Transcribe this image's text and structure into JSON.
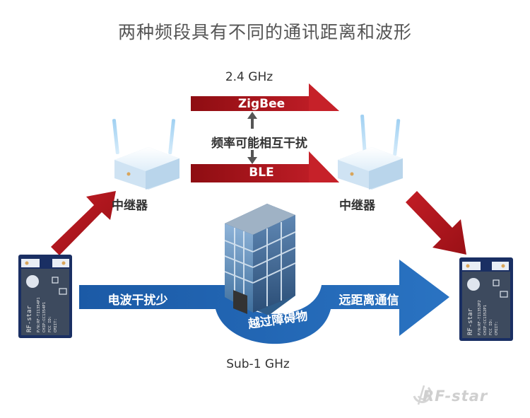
{
  "title": "两种频段具有不同的通讯距离和波形",
  "band_24": {
    "frequency": "2.4 GHz",
    "zigbee": "ZigBee",
    "ble": "BLE",
    "interference": "频率可能相互干扰"
  },
  "relays": {
    "left": "中继器",
    "right": "中继器"
  },
  "sub1": {
    "left_text": "电波干扰少",
    "right_text": "远距离通信",
    "curve_text": "越过障碍物",
    "frequency": "Sub-1 GHz"
  },
  "module_left": {
    "brand": "RF-star",
    "lines": [
      "P/N:RF-TI1354P1",
      "CHIP:CC1354P1",
      "FCC ID:",
      "CMIIT:"
    ]
  },
  "module_right": {
    "brand": "RF-star",
    "lines": [
      "P/N:RF-TI1352P2",
      "CHIP:CC1352P1",
      "FCC ID:",
      "CMIIT:"
    ]
  },
  "logo": "RF-star",
  "colors": {
    "red_arrow": "#b2151b",
    "blue_arrow": "#1f63b0",
    "title_text": "#555555",
    "module_board": "#1a2f63"
  }
}
